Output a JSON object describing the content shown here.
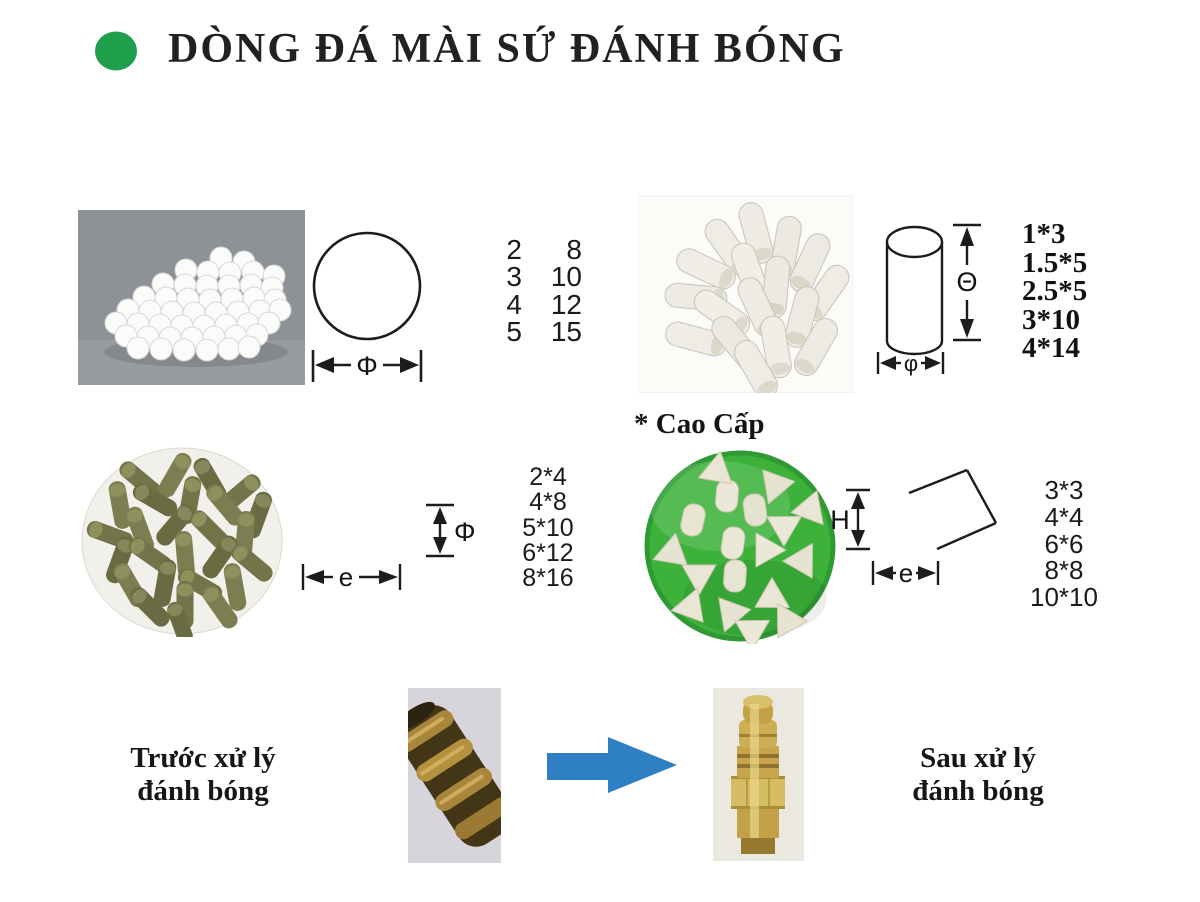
{
  "header": {
    "title": "DÒNG ĐÁ MÀI SỨ ĐÁNH BÓNG"
  },
  "colors": {
    "bullet_green": "#1f9e4c",
    "arrow_blue": "#2f80c2",
    "plate_green": "#3cb23a"
  },
  "sections": {
    "spheres": {
      "diagram": {
        "diameter_label": "Φ"
      },
      "size_pairs": [
        {
          "d": "2",
          "l": "8"
        },
        {
          "d": "3",
          "l": "10"
        },
        {
          "d": "4",
          "l": "12"
        },
        {
          "d": "5",
          "l": "15"
        }
      ]
    },
    "cylinders": {
      "note": "* Cao Cấp",
      "diagram": {
        "height_label": "Θ",
        "diameter_label": "φ"
      },
      "sizes": [
        "1*3",
        "1.5*5",
        "2.5*5",
        "3*10",
        "4*14"
      ]
    },
    "angle_cut": {
      "diagram": {
        "height_label": "Φ",
        "length_label": "e"
      },
      "sizes": [
        "2*4",
        "4*8",
        "5*10",
        "6*12",
        "8*16"
      ]
    },
    "triangles": {
      "diagram": {
        "height_label": "H",
        "length_label": "e"
      },
      "sizes": [
        "3*3",
        "4*4",
        "6*6",
        "8*8",
        "10*10"
      ]
    }
  },
  "before_after": {
    "before": {
      "line1": "Trước xử lý",
      "line2": "đánh bóng"
    },
    "after": {
      "line1": "Sau xử lý",
      "line2": "đánh bóng"
    }
  }
}
